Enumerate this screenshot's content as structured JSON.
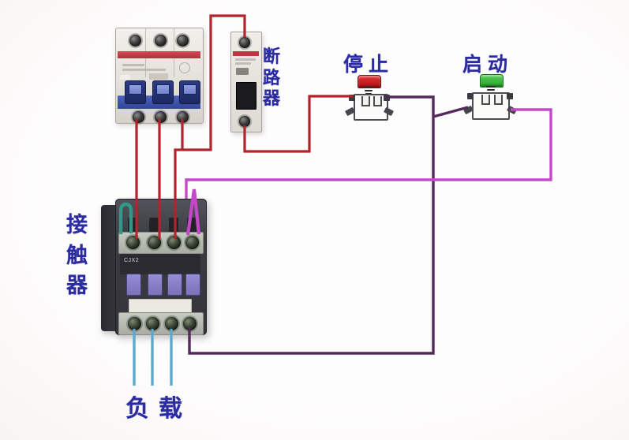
{
  "diagram": {
    "labels": {
      "breaker": "断路器",
      "contactor": "接触器",
      "stop": "停止",
      "start": "启动",
      "load": "负载"
    },
    "contactor_model": "CJX2",
    "colors": {
      "power_wire": "#b1242e",
      "control_wire_dark": "#54295c",
      "control_wire_magenta": "#c648ca",
      "load_wire": "#5ba9cd",
      "jumper_wire_teal": "#2f9a89",
      "label_text": "#2b2ba2",
      "stop_cap_red": "#cc1418",
      "start_cap_green": "#35b83a",
      "mcb_toggle_blue": "#32459c"
    }
  }
}
